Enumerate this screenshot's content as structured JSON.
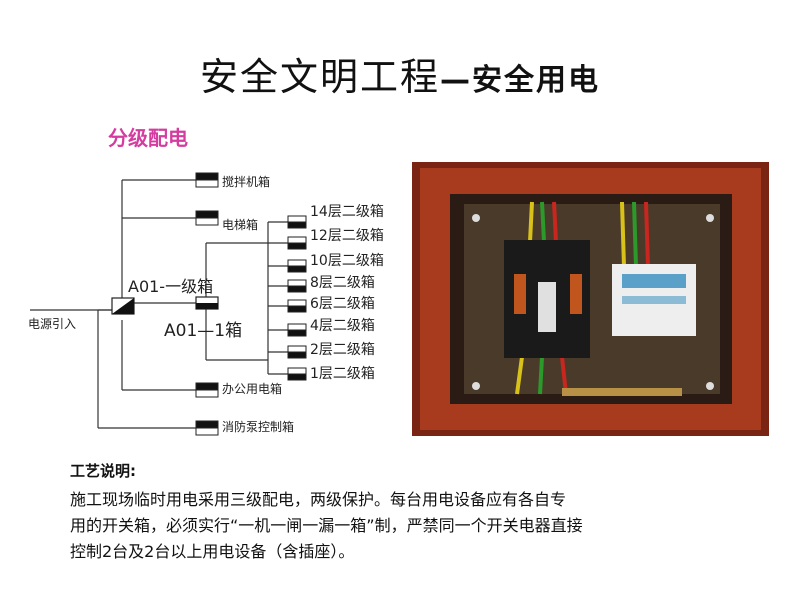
{
  "title": {
    "part1": "安全文明工程",
    "part2": "—安全用电"
  },
  "subtitle": "分级配电",
  "diagram": {
    "power_in": "电源引入",
    "primary_box": "A01-一级箱",
    "secondary_main": "A01—1箱",
    "branches": [
      "搅拌机箱",
      "电梯箱",
      "办公用电箱",
      "消防泵控制箱"
    ],
    "floor_boxes": [
      "14层二级箱",
      "12层二级箱",
      "10层二级箱",
      "8层二级箱",
      "6层二级箱",
      "4层二级箱",
      "2层二级箱",
      "1层二级箱"
    ]
  },
  "notes": {
    "heading": "工艺说明:",
    "lines": [
      "施工现场临时用电采用三级配电，两级保护。每台用电设备应有各自专",
      "用的开关箱，必须实行“一机一闸一漏一箱”制，严禁同一个开关电器直接",
      "控制2台及2台以上用电设备（含插座）。"
    ]
  },
  "colors": {
    "subtitle": "#d43ca0",
    "cabinet": "#a83a1e"
  }
}
